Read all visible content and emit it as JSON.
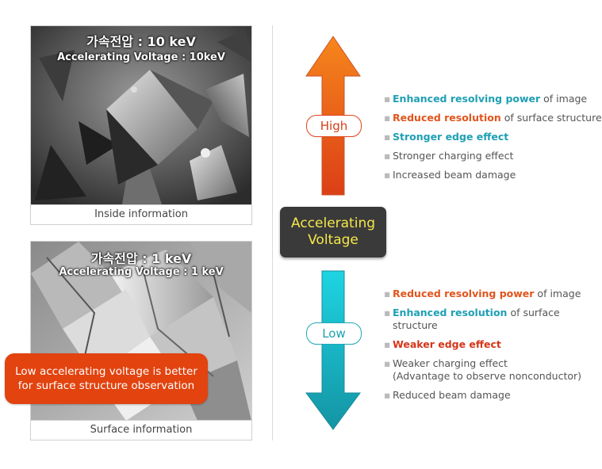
{
  "top_panel": {
    "title_kr": "가속전압 : 10 keV",
    "title_en": "Accelerating Voltage : 10keV",
    "caption": "Inside information"
  },
  "bottom_panel": {
    "title_kr": "가속전압 : 1 keV",
    "title_en": "Accelerating Voltage : 1 keV",
    "caption": "Surface information"
  },
  "callout": {
    "line1": "Low accelerating voltage is better",
    "line2": "for surface structure observation"
  },
  "center": {
    "line1": "Accelerating",
    "line2": "Voltage"
  },
  "levels": {
    "high": "High",
    "low": "Low"
  },
  "high_effects": [
    {
      "highlight": "Enhanced resolving power",
      "rest": " of image"
    },
    {
      "highlight": "Reduced resolution",
      "rest": " of surface structure"
    },
    {
      "highlight": "Stronger edge effect",
      "rest": ""
    },
    {
      "highlight": "",
      "rest": "Stronger charging effect"
    },
    {
      "highlight": "",
      "rest": "Increased beam damage"
    }
  ],
  "low_effects": [
    {
      "highlight": "Reduced resolving power",
      "rest": " of image"
    },
    {
      "highlight": "Enhanced resolution",
      "rest": " of surface structure"
    },
    {
      "highlight": "Weaker edge effect",
      "rest": ""
    },
    {
      "highlight": "",
      "rest": "Weaker charging effect",
      "rest2": "(Advantage to observe nonconductor)"
    },
    {
      "highlight": "",
      "rest": "Reduced beam damage"
    }
  ],
  "bullet": "▪",
  "colors": {
    "high_arrow_top": "#f7861c",
    "high_arrow_bottom": "#db3f16",
    "low_arrow_top": "#1ed4e2",
    "low_arrow_bottom": "#1494a4",
    "teal_text": "#1ea0b4",
    "orange_text": "#e2541c",
    "callout_bg": "#e2430f",
    "center_text": "#f5e84a"
  }
}
